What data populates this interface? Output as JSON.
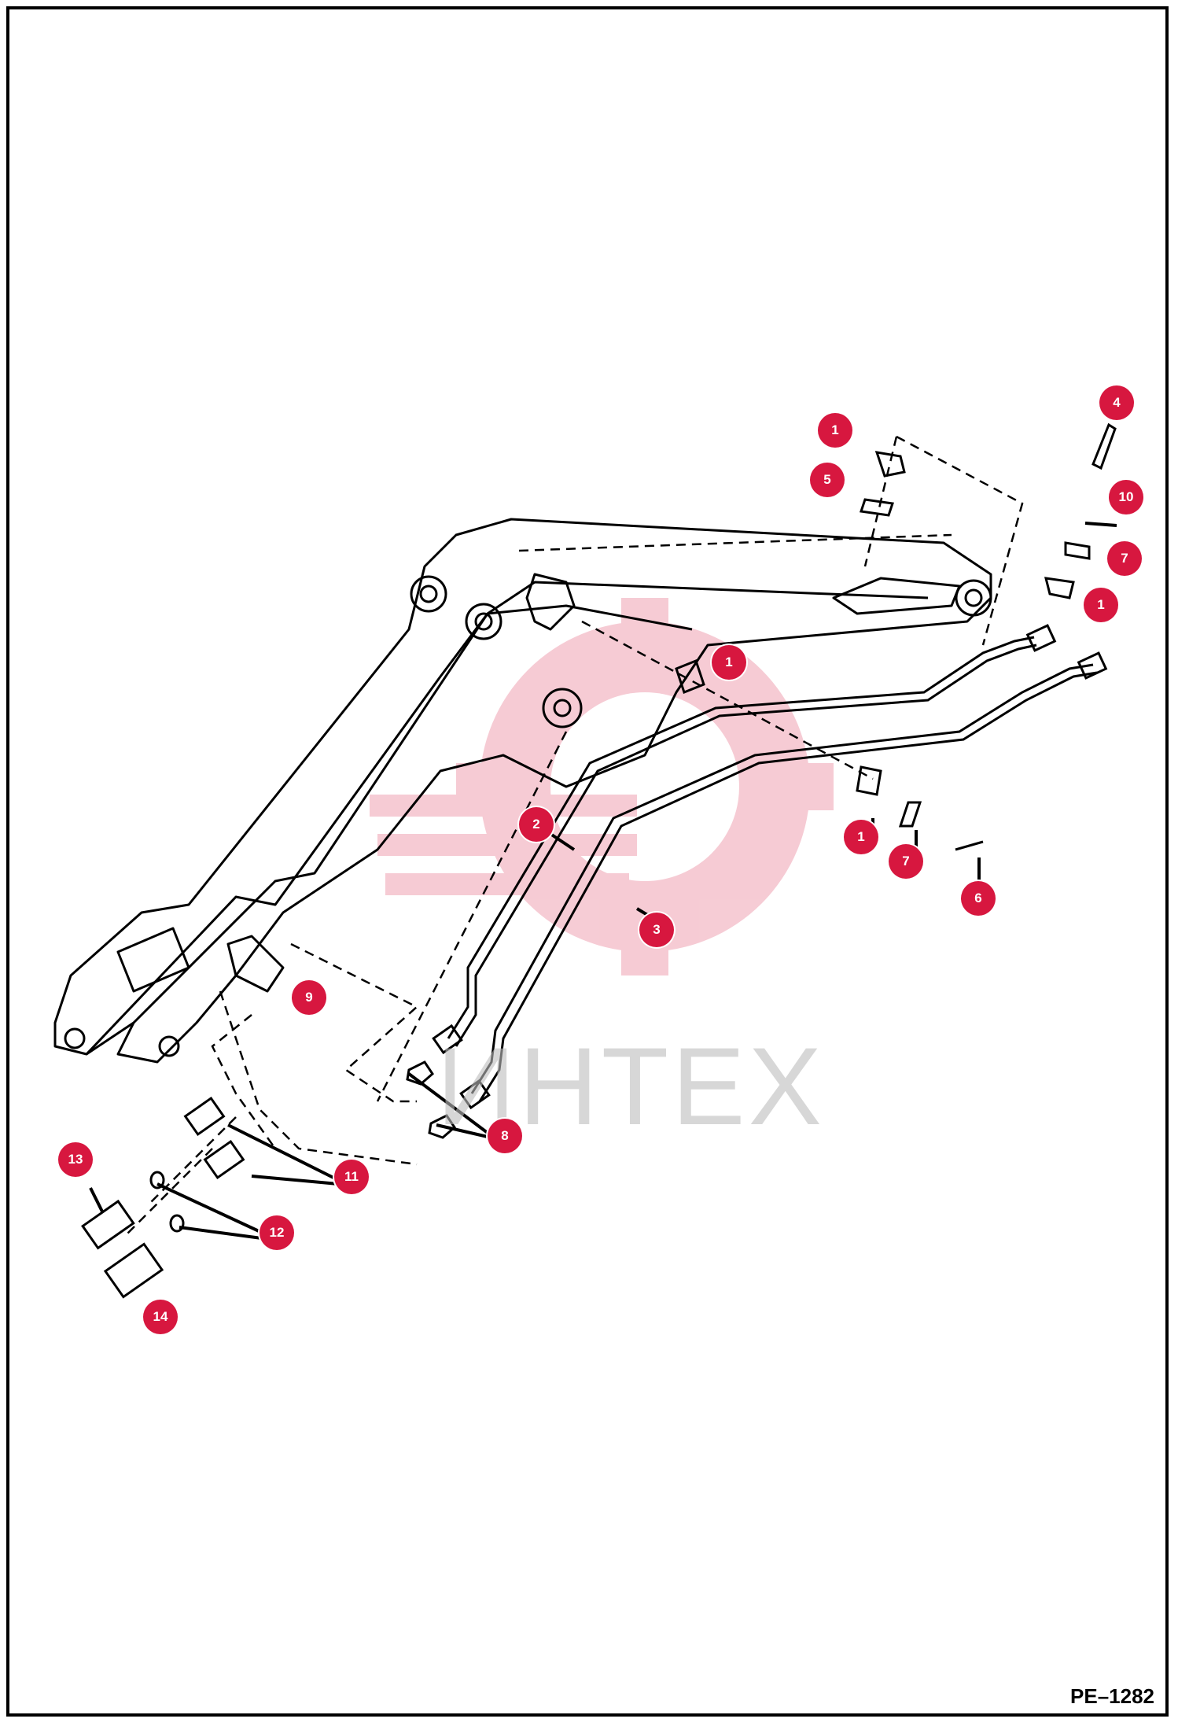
{
  "title_code": "PE–1282",
  "watermark": {
    "text": "ИНТЕХ",
    "color": "#e8a0a8"
  },
  "callout_color": "#d7173f",
  "callouts": [
    {
      "label": "1"
    },
    {
      "label": "5"
    },
    {
      "label": "4"
    },
    {
      "label": "10"
    },
    {
      "label": "7"
    },
    {
      "label": "1"
    },
    {
      "label": "1"
    },
    {
      "label": "2"
    },
    {
      "label": "1"
    },
    {
      "label": "7"
    },
    {
      "label": "6"
    },
    {
      "label": "3"
    },
    {
      "label": "9"
    },
    {
      "label": "8"
    },
    {
      "label": "11"
    },
    {
      "label": "13"
    },
    {
      "label": "12"
    },
    {
      "label": "14"
    }
  ]
}
